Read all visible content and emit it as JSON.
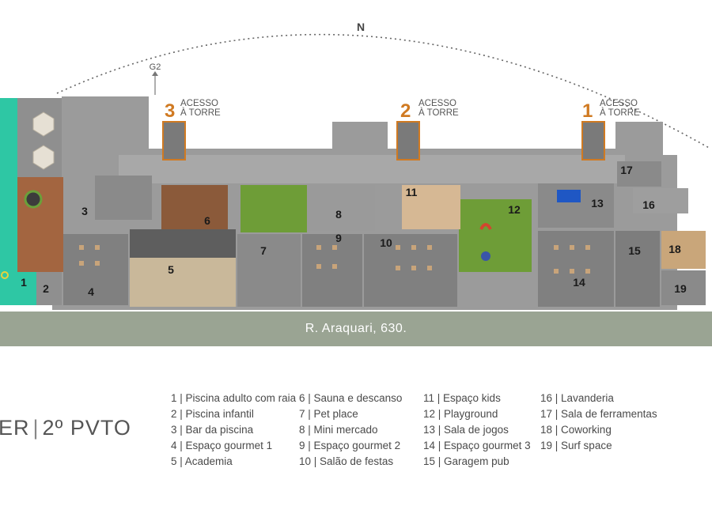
{
  "compass": {
    "north_label": "N"
  },
  "gate_label": "G2",
  "towers": [
    {
      "number": "3",
      "text1": "ACESSO",
      "text2": "À TORRE"
    },
    {
      "number": "2",
      "text1": "ACESSO",
      "text2": "À TORRE"
    },
    {
      "number": "1",
      "text1": "ACESSO",
      "text2": "À TORRE"
    }
  ],
  "street": "R. Araquari, 630.",
  "floor": {
    "prefix": "ER",
    "name": "2º PVTO"
  },
  "room_numbers": [
    "1",
    "2",
    "3",
    "4",
    "5",
    "6",
    "7",
    "8",
    "9",
    "10",
    "11",
    "12",
    "13",
    "14",
    "15",
    "16",
    "17",
    "18",
    "19"
  ],
  "legend": [
    {
      "num": "1",
      "name": "Piscina adulto com raia"
    },
    {
      "num": "2",
      "name": "Piscina infantil"
    },
    {
      "num": "3",
      "name": "Bar da piscina"
    },
    {
      "num": "4",
      "name": "Espaço gourmet 1"
    },
    {
      "num": "5",
      "name": "Academia"
    },
    {
      "num": "6",
      "name": "Sauna e descanso"
    },
    {
      "num": "7",
      "name": "Pet place"
    },
    {
      "num": "8",
      "name": "Mini mercado"
    },
    {
      "num": "9",
      "name": "Espaço gourmet 2"
    },
    {
      "num": "10",
      "name": "Salão de festas"
    },
    {
      "num": "11",
      "name": "Espaço kids"
    },
    {
      "num": "12",
      "name": "Playground"
    },
    {
      "num": "13",
      "name": "Sala de jogos"
    },
    {
      "num": "14",
      "name": "Espaço gourmet 3"
    },
    {
      "num": "15",
      "name": "Garagem pub"
    },
    {
      "num": "16",
      "name": "Lavanderia"
    },
    {
      "num": "17",
      "name": "Sala de ferramentas"
    },
    {
      "num": "18",
      "name": "Coworking"
    },
    {
      "num": "19",
      "name": "Surf space"
    }
  ],
  "colors": {
    "tower_accent": "#d07a22",
    "pool": "#2ec7a4",
    "street": "#9aa493",
    "floor": "#9b9b9b",
    "room": "#7d7d7d",
    "lawn": "#7aa63a",
    "wood": "#b06a3b"
  }
}
